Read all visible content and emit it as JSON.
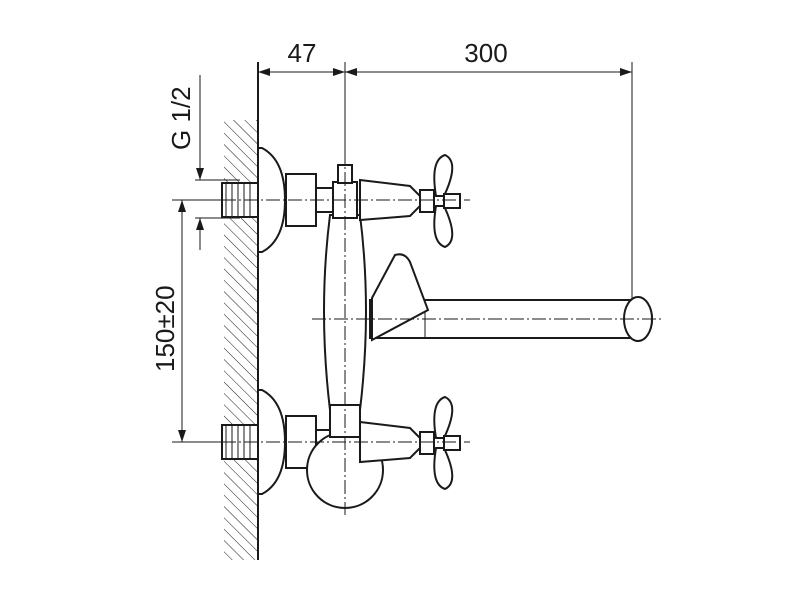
{
  "drawing": {
    "dimensions": {
      "offset_from_wall": "47",
      "spout_length": "300",
      "thread_size": "G 1/2",
      "inlet_spacing": "150±20"
    }
  }
}
